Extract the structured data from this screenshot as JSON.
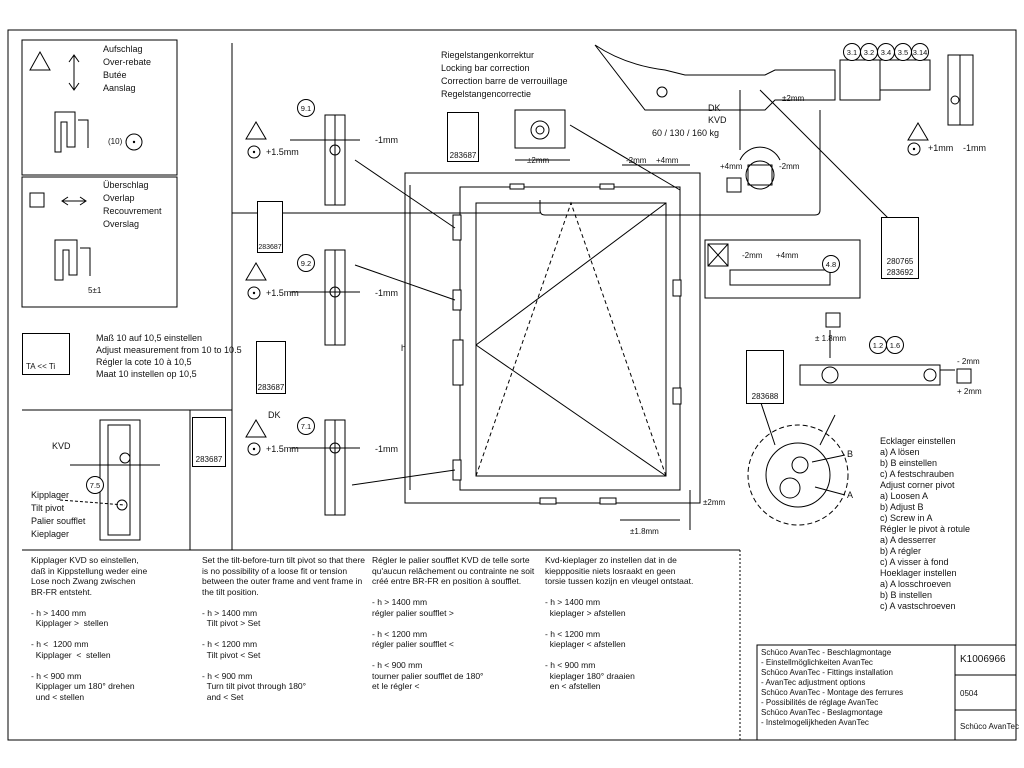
{
  "legend": {
    "rebate": [
      "Aufschlag",
      "Over-rebate",
      "Butée",
      "Aanslag"
    ],
    "rebate_dim": "(10)",
    "overlap": [
      "Überschlag",
      "Overlap",
      "Recouvrement",
      "Overslag"
    ],
    "overlap_dim": "5±1",
    "measure": [
      "Maß 10 auf 10,5 einstellen",
      "Adjust measurement from 10 to 10.5",
      "Régler la cote 10 à 10,5",
      "Maat 10 instellen op 10,5"
    ],
    "temp": "TA << Ti"
  },
  "locking_bar": [
    "Riegelstangenkorrektur",
    "Locking bar correction",
    "Correction barre de verrouillage",
    "Regelstangencorrectie"
  ],
  "top_right": {
    "dk": "DK",
    "kvd": "KVD",
    "weights": "60 / 130 / 160 kg",
    "refs": [
      "3.1",
      "3.2",
      "3.4",
      "3.5",
      "3.14"
    ],
    "pm2": "±2mm",
    "plus4": "+4mm",
    "minus2": "-2mm",
    "minus2b": "-2mm",
    "plus4b": "+4mm",
    "plus1": "+1mm",
    "minus1": "-1mm",
    "pm2b": "±2mm"
  },
  "codes": {
    "c1": "283687",
    "c2": "283687",
    "c3": "283687",
    "c4": "283687",
    "c5": "283687",
    "c6": "280765",
    "c7": "283692",
    "c8": "283688"
  },
  "pivots": {
    "r1": "9.1",
    "r2": "9.2",
    "r3": "7.1",
    "r4": "7.5",
    "plus15": "+1.5mm",
    "minus1": "-1mm",
    "dk": "DK"
  },
  "right_mid": {
    "ref48": "4.8",
    "minus2": "-2mm",
    "plus4": "+4mm",
    "pm18": "± 1.8mm",
    "ref12": "1.2",
    "ref16": "1.6",
    "minus2mm": "- 2mm",
    "plus2mm": "+ 2mm",
    "a": "A",
    "b": "B"
  },
  "window": {
    "h": "h",
    "pm2": "±2mm",
    "pm18": "±1.8mm"
  },
  "kvd_box": {
    "kvd": "KVD",
    "labels": [
      "Kipplager",
      "Tilt pivot",
      "Palier soufflet",
      "Kieplager"
    ]
  },
  "ecklager": [
    "Ecklager einstellen",
    "a) A lösen",
    "b) B einstellen",
    "c) A festschrauben",
    "Adjust corner pivot",
    "a) Loosen A",
    "b) Adjust B",
    "c) Screw in A",
    "Régler le pivot à rotule",
    "a) A desserrer",
    "b) A régler",
    "c) A visser à fond",
    "Hoeklager instellen",
    "a) A losschroeven",
    "b) B instellen",
    "c) A vastschroeven"
  ],
  "instructions": {
    "de": "Kipplager KVD so einstellen,\ndaß in Kippstellung weder eine\nLose noch Zwang zwischen\nBR-FR entsteht.\n\n- h > 1400 mm\n  Kipplager >  stellen\n\n- h <  1200 mm\n  Kipplager  <  stellen\n\n- h < 900 mm\n  Kipplager um 180° drehen\n  und < stellen",
    "en": "Set the tilt-before-turn tilt pivot so that there\nis no possibility of a loose fit or tension\nbetween the outer frame and vent frame in\nthe tilt position.\n\n- h > 1400 mm\n  Tilt pivot > Set\n\n- h < 1200 mm\n  Tilt pivot < Set\n\n- h < 900 mm\n  Turn tilt pivot through 180°\n  and < Set",
    "fr": "Régler le palier soufflet KVD de telle sorte\nqu'aucun relâchement ou contrainte ne soit\ncréé entre BR-FR en position à soufflet.\n\n- h > 1400 mm\nrégler palier soufflet >\n\n- h < 1200 mm\nrégler palier soufflet <\n\n- h < 900 mm\ntourner palier soufflet de 180°\net le régler <",
    "nl": "Kvd-kieplager zo instellen dat in de\nkiepppositie niets losraakt en geen\ntorsie tussen kozijn en vleugel ontstaat.\n\n- h > 1400 mm\n  kieplager > afstellen\n\n- h < 1200 mm\n  kieplager < afstellen\n\n- h < 900 mm\n  kieplager 180° draaien\n  en < afstellen"
  },
  "titleblock": {
    "lines": [
      "Schüco AvanTec - Beschlagmontage",
      " - Einstellmöglichkeiten AvanTec",
      "Schüco AvanTec - Fittings installation",
      " - AvanTec adjustment options",
      "Schüco AvanTec - Montage des ferrures",
      " - Possibilités de réglage AvanTec",
      "Schüco AvanTec - Beslagmontage",
      " - Instelmogelijkheden AvanTec"
    ],
    "doc_no": "K1006966",
    "date": "0504",
    "company": "Schüco AvanTec"
  }
}
